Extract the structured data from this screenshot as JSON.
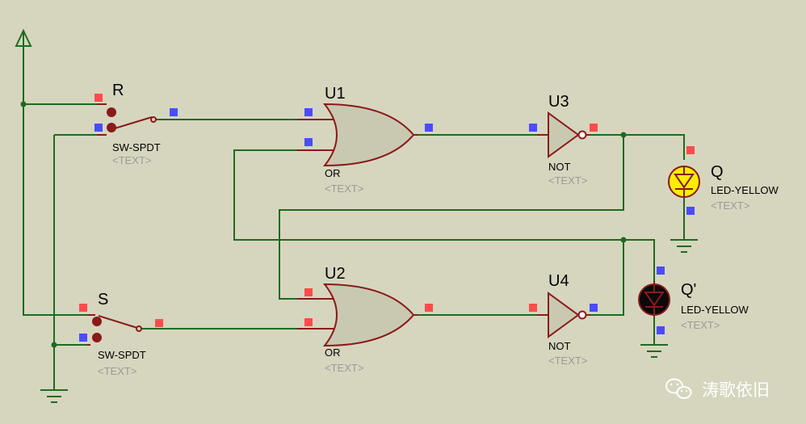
{
  "components": {
    "R": {
      "ref": "R",
      "type": "SW-SPDT",
      "text": "<TEXT>"
    },
    "S": {
      "ref": "S",
      "type": "SW-SPDT",
      "text": "<TEXT>"
    },
    "U1": {
      "ref": "U1",
      "type": "OR",
      "text": "<TEXT>"
    },
    "U2": {
      "ref": "U2",
      "type": "OR",
      "text": "<TEXT>"
    },
    "U3": {
      "ref": "U3",
      "type": "NOT",
      "text": "<TEXT>"
    },
    "U4": {
      "ref": "U4",
      "type": "NOT",
      "text": "<TEXT>"
    },
    "Q": {
      "ref": "Q",
      "type": "LED-YELLOW",
      "text": "<TEXT>"
    },
    "Qbar": {
      "ref": "Q'",
      "type": "LED-YELLOW",
      "text": "<TEXT>"
    }
  },
  "watermark": {
    "text": "涛歌依旧"
  },
  "colors": {
    "background": "#d6d6bf",
    "wire": "#1f6b1f",
    "component_outline": "#8b1a1a",
    "gate_fill": "#c9c9b1",
    "pin_high": "#ff4b4b",
    "pin_low": "#4b4bff",
    "led_on": "#ffee00",
    "led_off": "#0a0a0a"
  },
  "led_states": {
    "Q": "on",
    "Qbar": "off"
  }
}
